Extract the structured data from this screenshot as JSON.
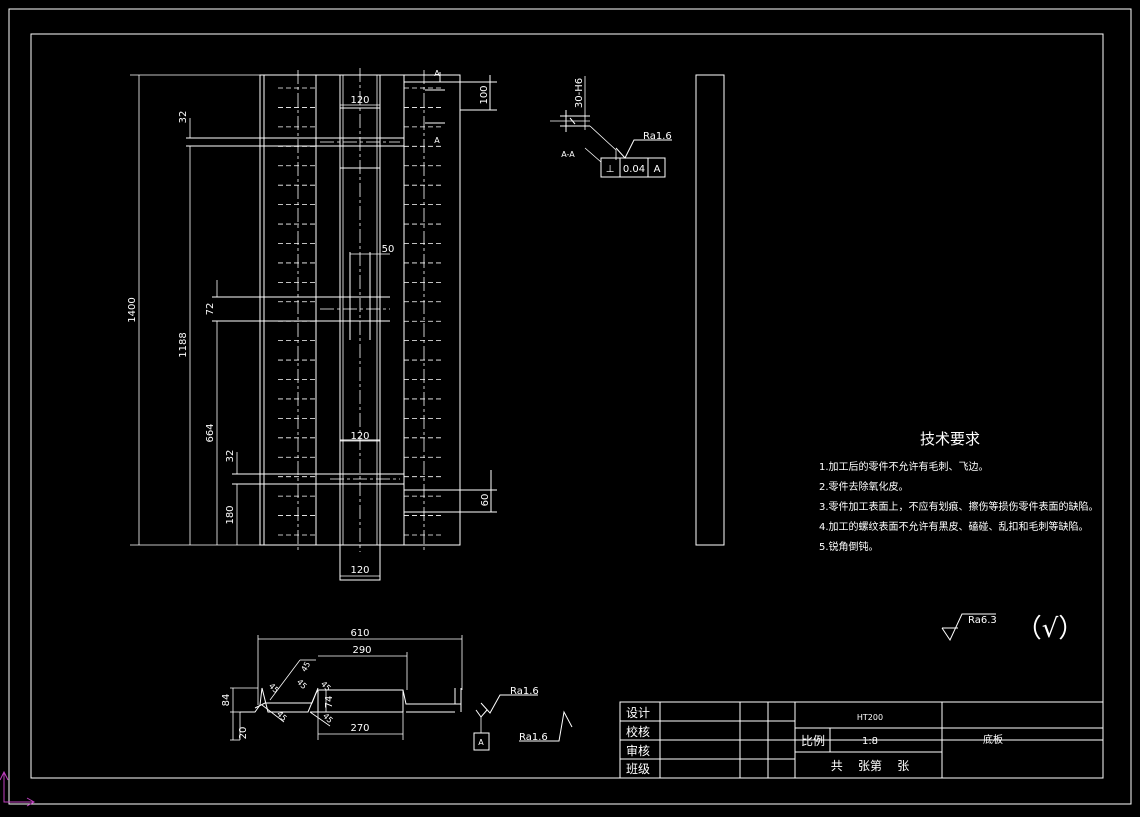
{
  "colors": {
    "background": "#000000",
    "line": "#ffffff",
    "ucs_icon": "#c040c0"
  },
  "plan_view": {
    "dims": {
      "overall_length": "1400",
      "length_1188": "1188",
      "length_664": "664",
      "length_180": "180",
      "spacing_32_top": "32",
      "spacing_72": "72",
      "spacing_32_bottom": "32",
      "slot_width_top": "120",
      "slot_width_mid": "50",
      "slot_width_lower": "120",
      "slot_width_bottom": "120",
      "end_height": "100",
      "end_height_bottom": "60"
    },
    "section_marks": {
      "top": "A",
      "top2": "A"
    }
  },
  "section_view": {
    "label": "A-A",
    "fit_dim": "30-H6",
    "roughness": "Ra1.6",
    "tolerance": {
      "symbol": "⊥",
      "value": "0.04",
      "datum": "A"
    }
  },
  "profile_view": {
    "dims": {
      "top_width": "610",
      "inner_width": "290",
      "bottom_width": "270",
      "height_84": "84",
      "height_20": "20",
      "height_74": "74",
      "bevel_45_a": "45",
      "bevel_45_b": "45",
      "bevel_45_c": "45",
      "bevel_45_d": "45",
      "bevel_45_e": "45",
      "bevel_45_f": "45"
    },
    "roughness_1": "Ra1.6",
    "roughness_2": "Ra1.6",
    "datum_label": "A"
  },
  "technical_requirements": {
    "title": "技术要求",
    "items": [
      "1.加工后的零件不允许有毛刺、飞边。",
      "2.零件去除氧化皮。",
      "3.零件加工表面上，不应有划痕、擦伤等损伤零件表面的缺陷。",
      "4.加工的螺纹表面不允许有黑皮、磕碰、乱扣和毛刺等缺陷。",
      "5.锐角倒钝。"
    ]
  },
  "general_roughness": {
    "value": "Ra6.3",
    "others": "（√）"
  },
  "title_block": {
    "design": "设计",
    "check": "校核",
    "review": "审核",
    "class": "班级",
    "material": "HT200",
    "scale_label": "比例",
    "scale_value": "1:8",
    "part_name": "底板",
    "sheet_info": "共    张第    张"
  }
}
